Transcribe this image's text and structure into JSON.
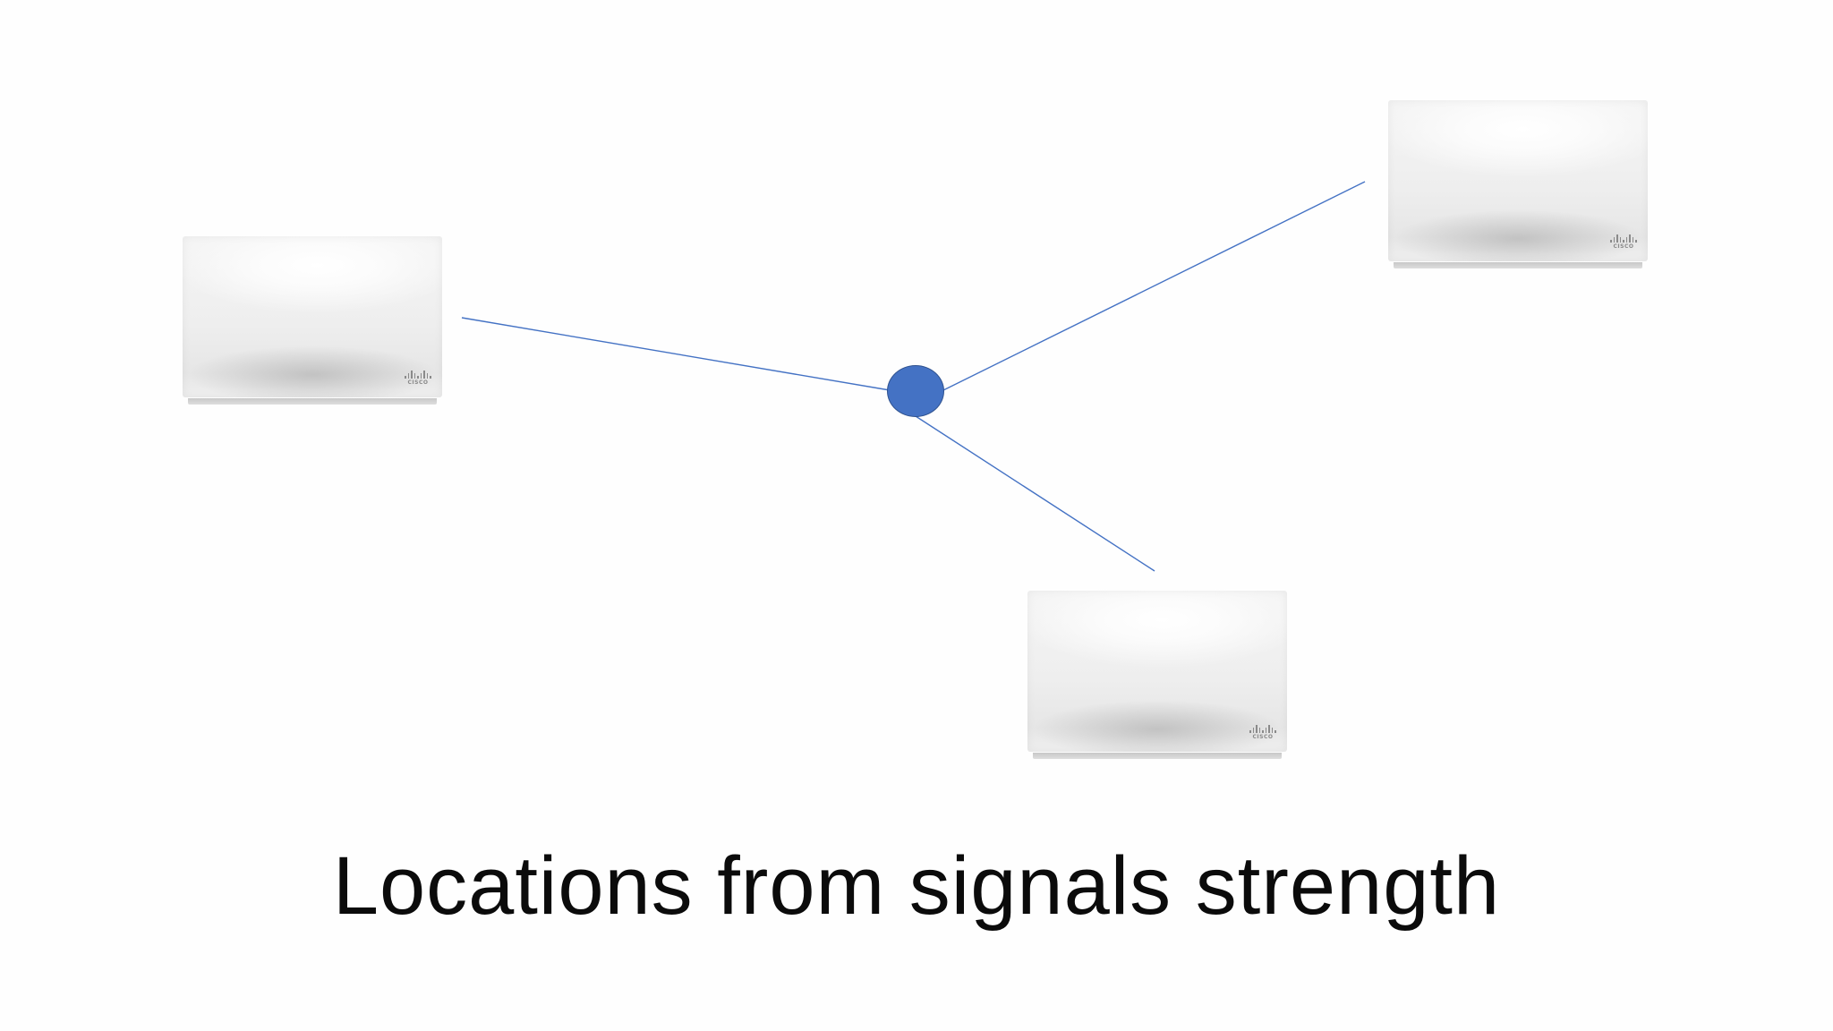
{
  "caption": "Locations from signals strength",
  "access_points": [
    {
      "id": "ap-left",
      "logo_text": "CISCO"
    },
    {
      "id": "ap-right",
      "logo_text": "CISCO"
    },
    {
      "id": "ap-bottom",
      "logo_text": "CISCO"
    }
  ],
  "colors": {
    "device_fill": "#4472c4",
    "device_outline": "#2f528f",
    "line": "#4472c4",
    "caption_text": "#0b0b0b"
  }
}
